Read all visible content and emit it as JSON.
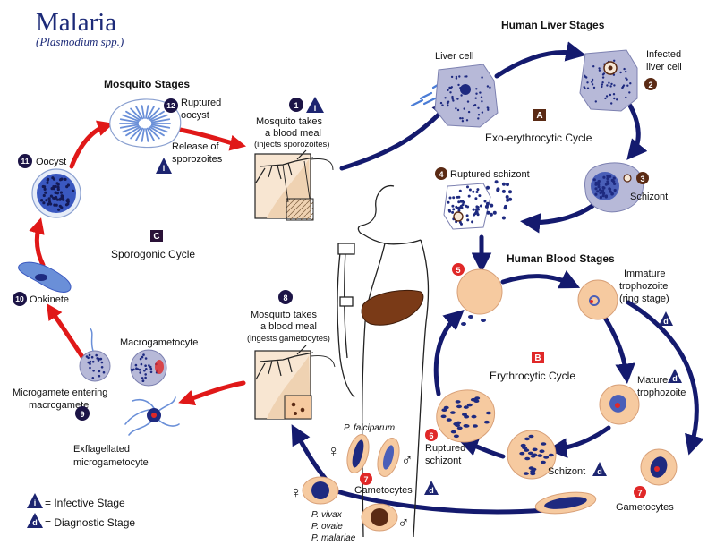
{
  "title": "Malaria",
  "subtitle": "(Plasmodium spp.)",
  "sections": {
    "mosquito": "Mosquito Stages",
    "liver": "Human Liver Stages",
    "blood": "Human Blood Stages"
  },
  "cycles": {
    "a": {
      "letter": "A",
      "name": "Exo-erythrocytic Cycle"
    },
    "b": {
      "letter": "B",
      "name": "Erythrocytic Cycle"
    },
    "c": {
      "letter": "C",
      "name": "Sporogonic Cycle"
    }
  },
  "steps": {
    "s1": {
      "num": "1",
      "line1": "Mosquito takes",
      "line2": "a blood meal",
      "line3": "(injects sporozoites)"
    },
    "s2": {
      "num": "2",
      "line1": "Infected",
      "line2": "liver cell"
    },
    "s3": {
      "num": "3",
      "label": "Schizont"
    },
    "s4": {
      "num": "4",
      "label": "Ruptured schizont"
    },
    "s5": {
      "num": "5"
    },
    "s6": {
      "num": "6",
      "line1": "Ruptured",
      "line2": "schizont"
    },
    "s7": {
      "num": "7",
      "label": "Gametocytes"
    },
    "s8": {
      "num": "8",
      "line1": "Mosquito takes",
      "line2": "a blood meal",
      "line3": "(ingests gametocytes)"
    },
    "s9": {
      "num": "9",
      "line1": "Microgamete entering",
      "line2": "macrogamete"
    },
    "s10": {
      "num": "10",
      "label": "Ookinete"
    },
    "s11": {
      "num": "11",
      "label": "Oocyst"
    },
    "s12": {
      "num": "12",
      "line1": "Ruptured",
      "line2": "oocyst"
    }
  },
  "labels": {
    "liver_cell": "Liver cell",
    "release_line1": "Release of",
    "release_line2": "sporozoites",
    "immature_line1": "Immature",
    "immature_line2": "trophozoite",
    "immature_line3": "(ring stage)",
    "mature_line1": "Mature",
    "mature_line2": "trophozoite",
    "schizont_blood": "Schizont",
    "gametocytes_right": "Gametocytes",
    "macrogametocyte": "Macrogametocyte",
    "exflag_line1": "Exflagellated",
    "exflag_line2": "microgametocyte",
    "p_falciparum": "P. falciparum",
    "p_vivax": "P. vivax",
    "p_ovale": "P. ovale",
    "p_malariae": "P. malariae",
    "female_symbol": "♀",
    "male_symbol": "♂"
  },
  "legend": {
    "i_mark": "i",
    "d_mark": "d",
    "infective": "= Infective Stage",
    "diagnostic": "= Diagnostic Stage"
  },
  "colors": {
    "navy_arrow": "#141a6e",
    "red_arrow": "#e01818",
    "red_badge": "#e02828",
    "brown_badge": "#5a2a14",
    "cycle_badge_c": "#2a1238",
    "rbc": "#f6caa0",
    "liver": "#b7b9d8",
    "liver_organ": "#7a3a17",
    "parasite": "#1e2a80"
  }
}
